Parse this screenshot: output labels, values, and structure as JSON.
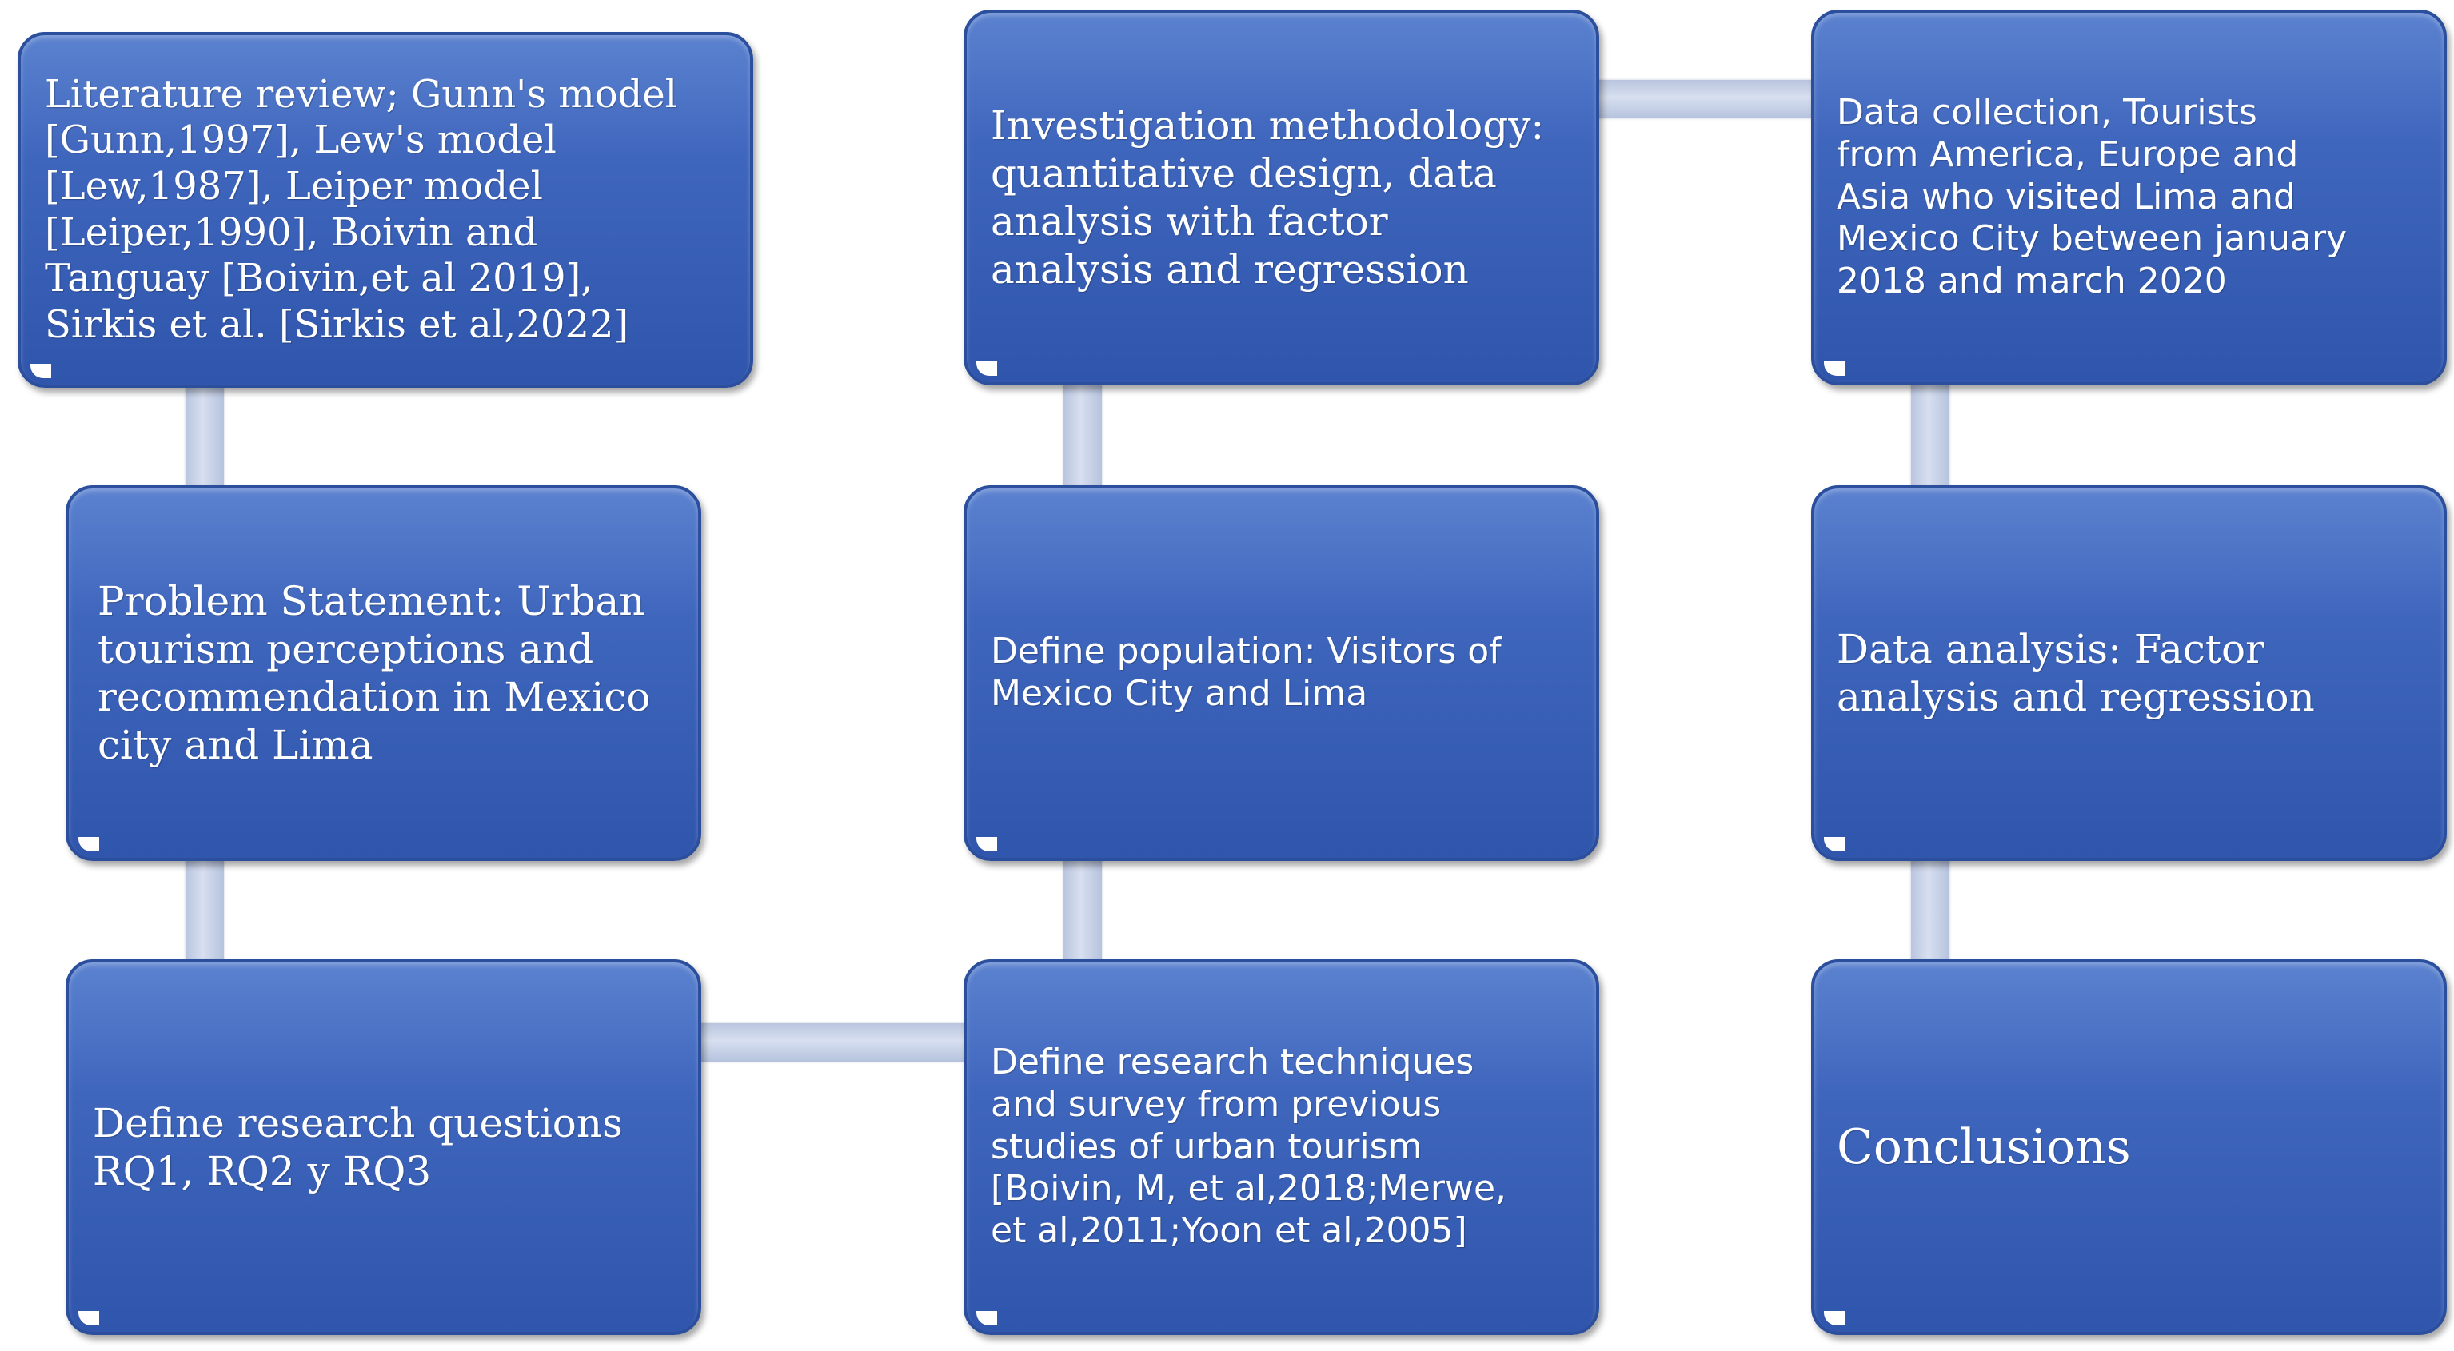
{
  "boxes": {
    "literature_review": "Literature review; Gunn's model\n[Gunn,1997],  Lew's model\n[Lew,1987],  Leiper model\n[Leiper,1990], Boivin and\nTanguay [Boivin,et al 2019],\nSirkis et al. [Sirkis et al,2022]",
    "problem_statement": "Problem Statement: Urban\ntourism perceptions and\nrecommendation in Mexico\ncity and Lima",
    "research_questions": "Define research questions\nRQ1, RQ2 y RQ3",
    "investigation_methodology": "Investigation methodology:\nquantitative design, data\nanalysis with  factor\nanalysis and regression",
    "define_population": "Define population: Visitors of\nMexico City and Lima",
    "research_techniques": "Define research techniques\nand survey from previous\nstudies of urban tourism\n[Boivin, M, et al,2018;Merwe,\net al,2011;Yoon et al,2005]",
    "data_collection": "Data collection, Tourists\nfrom America,  Europe and\nAsia who visited Lima and\nMexico City between january\n2018 and march 2020",
    "data_analysis": "Data analysis: Factor\nanalysis and regression",
    "conclusions": "Conclusions"
  },
  "colors": {
    "box_fill": "#3f66bd",
    "box_border": "#2b4f9c",
    "connector": "#c8d2ea",
    "text": "#ffffff"
  }
}
